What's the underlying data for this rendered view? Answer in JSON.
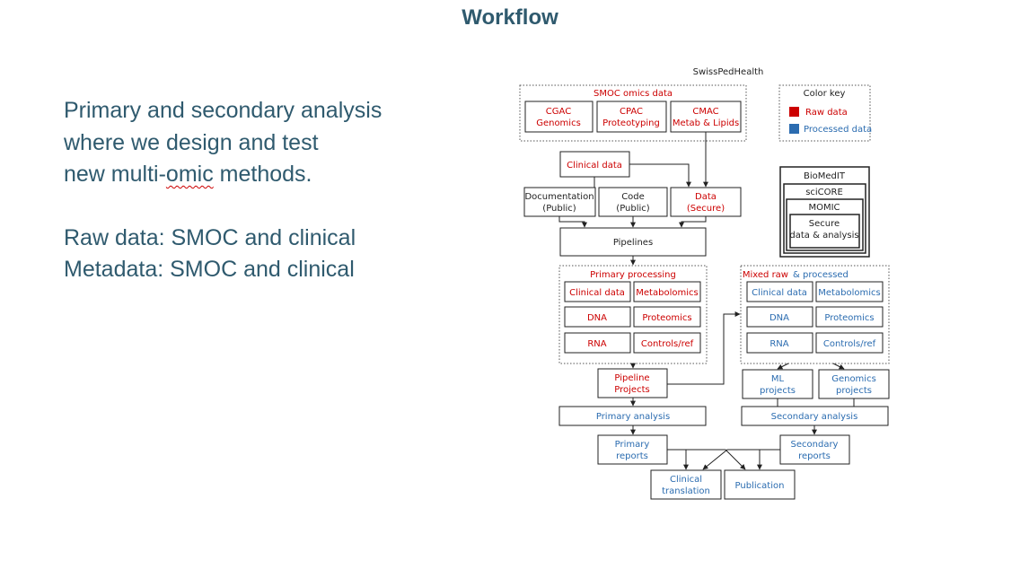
{
  "slide": {
    "title": "Workflow",
    "line1": "Primary and secondary analysis",
    "line2": "where we design and test",
    "line3_pre": "new multi-",
    "line3_word": "omic",
    "line3_post": " methods.",
    "line4": "Raw data: SMOC and clinical",
    "line5": "Metadata: SMOC and clinical"
  },
  "colors": {
    "title": "#2f5a6e",
    "text": "#2f5a6e",
    "raw": "#cc0000",
    "processed": "#2b6cb0",
    "box": "#222222"
  },
  "diagram": {
    "header": "SwissPedHealth",
    "smoc_label": "SMOC omics data",
    "cgac": [
      "CGAC",
      "Genomics"
    ],
    "cpac": [
      "CPAC",
      "Proteotyping"
    ],
    "cmac": [
      "CMAC",
      "Metab & Lipids"
    ],
    "color_key": {
      "title": "Color key",
      "raw": "Raw data",
      "processed": "Processed data"
    },
    "clinical_data": "Clinical data",
    "documentation": [
      "Documentation",
      "(Public)"
    ],
    "code": [
      "Code",
      "(Public)"
    ],
    "data": [
      "Data",
      "(Secure)"
    ],
    "pipelines": "Pipelines",
    "biomedit": "BioMedIT",
    "scicore": "sciCORE",
    "momic": "MOMIC",
    "secure": [
      "Secure",
      "data & analysis"
    ],
    "primary_processing": "Primary processing",
    "pp_items": [
      "Clinical data",
      "Metabolomics",
      "DNA",
      "Proteomics",
      "RNA",
      "Controls/ref"
    ],
    "mixed_raw": "Mixed raw",
    "mixed_processed": "& processed",
    "mx_items": [
      "Clinical data",
      "Metabolomics",
      "DNA",
      "Proteomics",
      "RNA",
      "Controls/ref"
    ],
    "pipeline_projects": [
      "Pipeline",
      "Projects"
    ],
    "ml_projects": [
      "ML",
      "projects"
    ],
    "genomics_projects": [
      "Genomics",
      "projects"
    ],
    "primary_analysis": "Primary analysis",
    "secondary_analysis": "Secondary analysis",
    "primary_reports": [
      "Primary",
      "reports"
    ],
    "secondary_reports": [
      "Secondary",
      "reports"
    ],
    "clinical_translation": [
      "Clinical",
      "translation"
    ],
    "publication": "Publication"
  }
}
